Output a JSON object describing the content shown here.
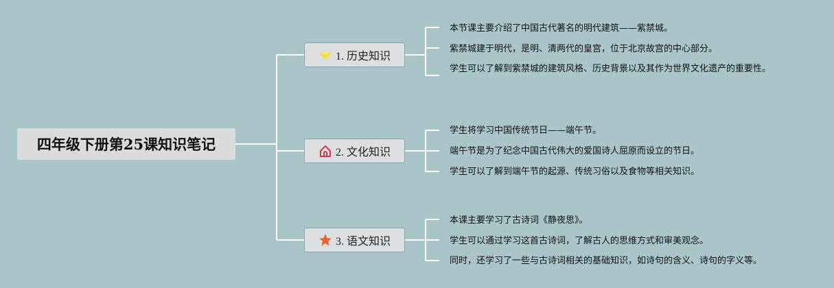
{
  "title": "四年级下册第25课知识笔记",
  "branches": [
    {
      "label": "1. 历史知识",
      "icon": "diamond-icon",
      "icon_color": "#f2df3b",
      "leaves": [
        "本节课主要介绍了中国古代著名的明代建筑——紫禁城。",
        "紫禁城建于明代，是明、清两代的皇宫，位于北京故宫的中心部分。",
        "学生可以了解到紫禁城的建筑风格、历史背景以及其作为世界文化遗产的重要性。"
      ]
    },
    {
      "label": "2. 文化知识",
      "icon": "house-icon",
      "icon_color": "#d6364f",
      "leaves": [
        "学生将学习中国传统节日——端午节。",
        "端午节是为了纪念中国古代伟大的爱国诗人屈原而设立的节日。",
        "学生可以了解到端午节的起源、传统习俗以及食物等相关知识。"
      ]
    },
    {
      "label": "3. 语文知识",
      "icon": "star-icon",
      "icon_color": "#e8622c",
      "leaves": [
        "本课主要学习了古诗词《静夜思》。",
        "学生可以通过学习这首古诗词，了解古人的思维方式和审美观念。",
        "同时，还学习了一些与古诗词相关的基础知识，如诗句的含义、诗句的字义等。"
      ]
    }
  ],
  "colors": {
    "background": "#a9c5c9",
    "connector": "#ffffff",
    "branch_border": "#7fa9a9"
  }
}
